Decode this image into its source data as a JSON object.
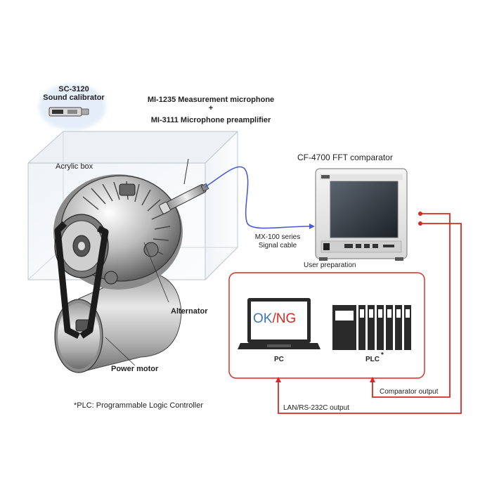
{
  "sound_calibrator": {
    "model": "SC-3120",
    "name": "Sound calibrator"
  },
  "microphone": {
    "line1": "MI-1235 Measurement microphone",
    "plus": "+",
    "line2": "MI-3111 Microphone preamplifier"
  },
  "acrylic_box_label": "Acrylic box",
  "fft_comparator_label": "CF-4700 FFT comparator",
  "signal_cable": {
    "line1": "MX-100 series",
    "line2": "Signal cable"
  },
  "user_preparation_label": "User preparation",
  "alternator_label": "Alternator",
  "power_motor_label": "Power motor",
  "pc": {
    "label": "PC",
    "screen_ok": "OK",
    "screen_sep": "/",
    "screen_ng": "NG"
  },
  "plc": {
    "label": "PLC",
    "mark": "*"
  },
  "comparator_output_label": "Comparator output",
  "lan_output_label": "LAN/RS-232C output",
  "footnote": "*PLC: Programmable Logic Controller",
  "colors": {
    "red_line": "#d9281f",
    "cable_blue": "#4a5bd6",
    "ok_blue": "#3a78b5",
    "ng_red": "#d9281f"
  }
}
